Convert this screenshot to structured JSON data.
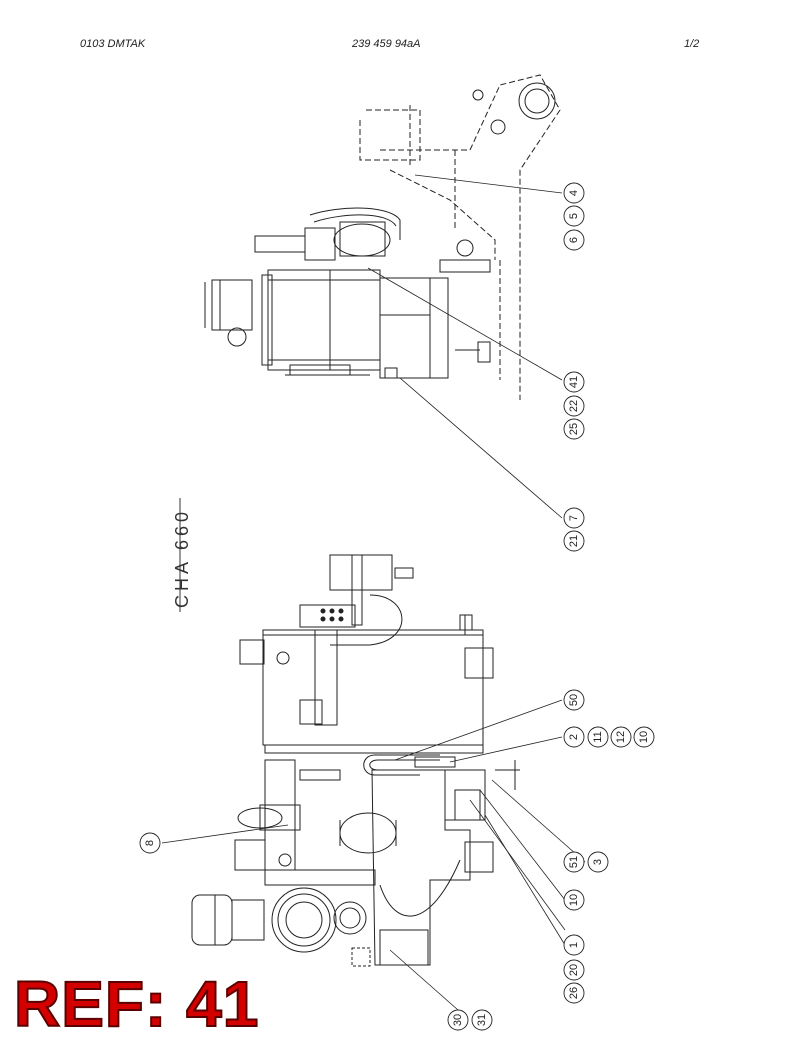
{
  "header": {
    "left": "0103   DMTAK",
    "center": "239 459 94aA",
    "right": "1/2"
  },
  "model_label": "CHA 660",
  "ref_label": "REF: 41",
  "balloons": {
    "top_view": [
      "4",
      "5",
      "6",
      "41",
      "22",
      "25",
      "7",
      "21"
    ],
    "side_view": [
      "50",
      "2",
      "11",
      "12",
      "10",
      "8",
      "51",
      "3",
      "10",
      "1",
      "20",
      "26",
      "30",
      "31"
    ]
  }
}
